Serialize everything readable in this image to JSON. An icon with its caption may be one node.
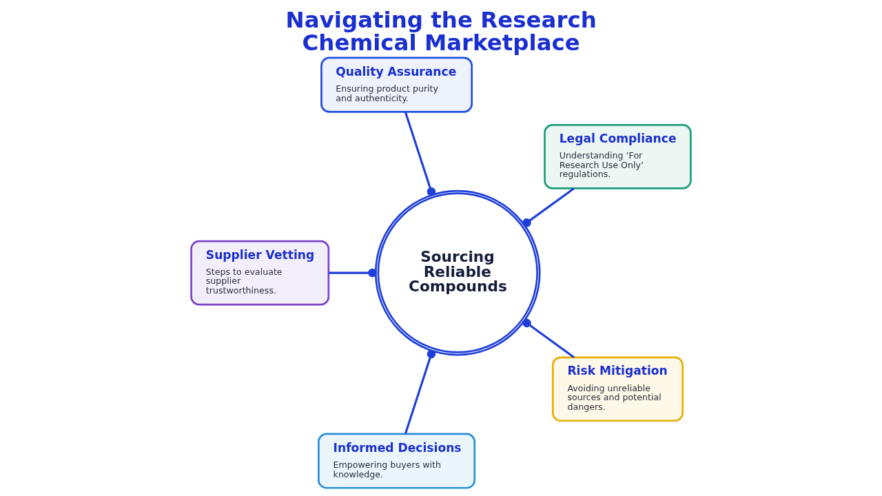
{
  "diagram": {
    "title": "Navigating the Research Chemical Marketplace",
    "nodes": [
      {
        "text": [
          "Sourcing Reliable Compounds"
        ]
      },
      {
        "text": [
          "Quality Assurance",
          "Ensuring product purity and authenticity."
        ]
      },
      {
        "text": [
          "Legal Compliance",
          "Understanding ‘For Research Use Only’ regulations."
        ]
      },
      {
        "text": [
          "Supplier Vetting",
          "Steps to evaluate supplier trustworthiness."
        ]
      },
      {
        "text": [
          "Risk Mitigation",
          "Avoiding unreliable sources and potential dangers."
        ]
      },
      {
        "text": [
          "Informed Decisions",
          "Empowering buyers with knowledge."
        ]
      }
    ],
    "edges": [
      {
        "from": 0,
        "to": 1,
        "arrow": "other"
      },
      {
        "from": 0,
        "to": 2,
        "arrow": "other"
      },
      {
        "from": 0,
        "to": 3,
        "arrow": "other"
      },
      {
        "from": 0,
        "to": 4,
        "arrow": "other"
      },
      {
        "from": 0,
        "to": 5,
        "arrow": "other"
      }
    ]
  }
}
